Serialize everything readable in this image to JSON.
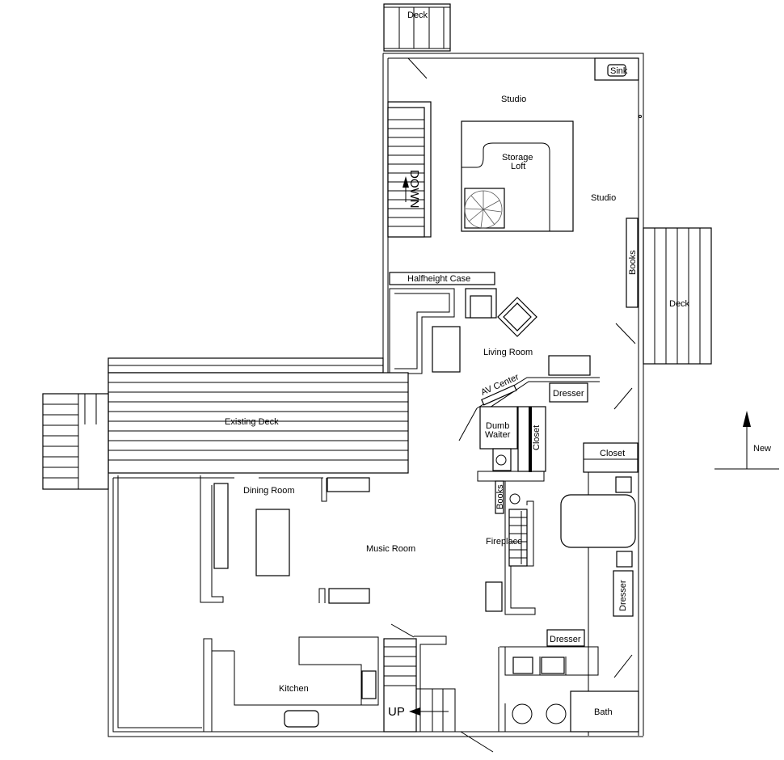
{
  "title": "Floor Plan",
  "labels": {
    "deck_top": "Deck",
    "sink": "Sink",
    "studio_1": "Studio",
    "storage_loft_1": "Storage",
    "storage_loft_2": "Loft",
    "studio_2": "Studio",
    "down": "DOWN",
    "halfheight_case": "Halfheight  Case",
    "books_studio": "Books",
    "deck_right": "Deck",
    "living_room": "Living Room",
    "av_center": "AV Center",
    "dresser_1": "Dresser",
    "dumb_waiter_1": "Dumb",
    "dumb_waiter_2": "Waiter",
    "closet_1": "Closet",
    "closet_2": "Closet",
    "new": "New",
    "existing_deck": "Existing Deck",
    "dining_room": "Dining Room",
    "music_room": "Music Room",
    "books_fireplace": "Books",
    "fireplace": "Fireplace",
    "dresser_2": "Dresser",
    "dresser_3": "Dresser",
    "kitchen": "Kitchen",
    "up": "UP",
    "bath": "Bath"
  }
}
